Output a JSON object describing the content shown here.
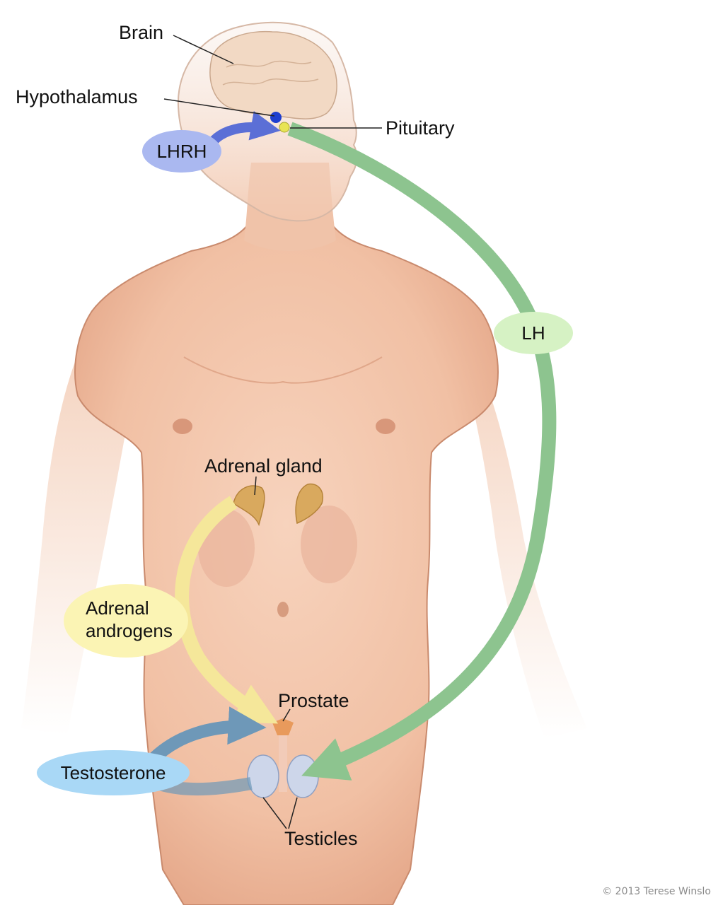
{
  "labels": {
    "brain": "Brain",
    "hypothalamus": "Hypothalamus",
    "pituitary": "Pituitary",
    "lhrh": "LHRH",
    "lh": "LH",
    "adrenal_gland": "Adrenal gland",
    "adrenal_androgens_line1": "Adrenal",
    "adrenal_androgens_line2": "androgens",
    "prostate": "Prostate",
    "testosterone": "Testosterone",
    "testicles": "Testicles"
  },
  "credit": "© 2013 Terese Winslo",
  "colors": {
    "skin": "#f3c7ad",
    "skin_shadow": "#e3a88b",
    "lhrh_arrow": "#5b6fd6",
    "lhrh_pill": "#aab8f0",
    "lh_arrow": "#8dc48f",
    "lh_pill": "#d6f2c4",
    "androgen_arrow": "#f5e79a",
    "androgen_pill": "#fbf4b4",
    "testosterone_arrow": "#6e98b8",
    "testosterone_pill": "#a9d8f6",
    "adrenal": "#d9a95e",
    "hypothalamus_dot": "#1f3fcf",
    "pituitary_dot": "#e8e455"
  }
}
